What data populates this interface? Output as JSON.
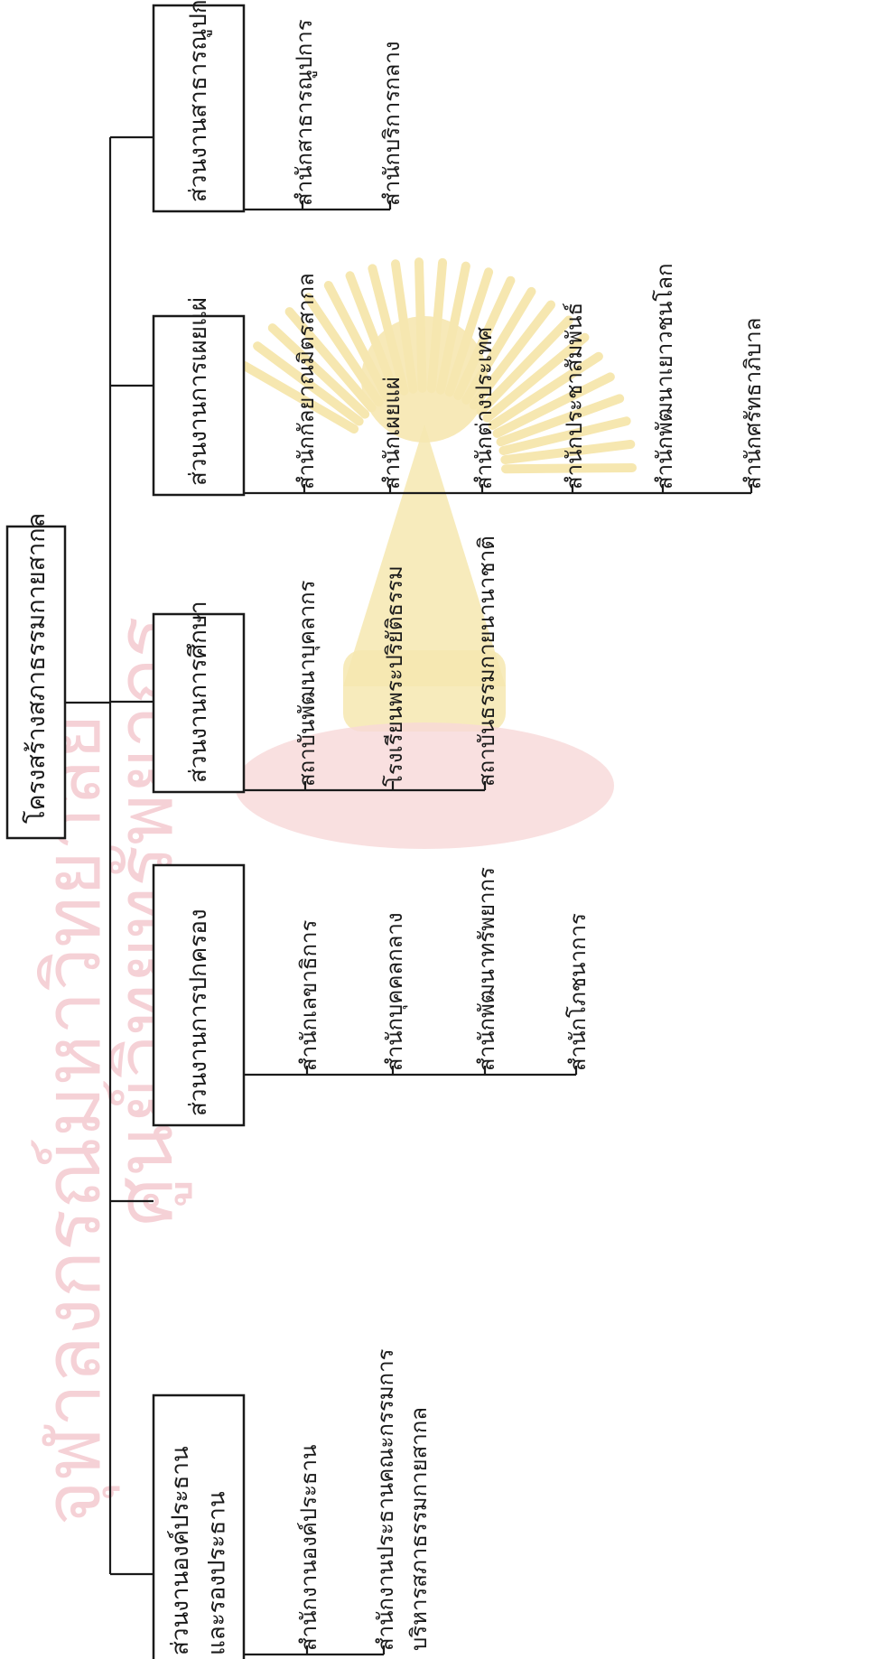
{
  "title": "โครงสร้างสภาธรรมกายสากล",
  "divisions": [
    {
      "name": "ส่วนงานองค์ประธาน\nและรองประธาน",
      "offices": [
        "สำนักงานองค์ประธาน",
        "สำนักงานประธานคณะกรรมการ\nบริหารสภาธรรมกายสากล"
      ]
    },
    {
      "name": "ส่วนงานการปกครอง",
      "offices": [
        "สำนักเลขาธิการ",
        "สำนักบุคคลกลาง",
        "สำนักพัฒนาทรัพยากร",
        "สำนักโภชนาการ"
      ]
    },
    {
      "name": "ส่วนงานการศึกษา",
      "offices": [
        "สถาบันพัฒนาบุคลากร",
        "โรงเรียนพระปริยัติธรรม",
        "สถาบันธรรมกายนานาชาติ"
      ]
    },
    {
      "name": "ส่วนงานการเผยแผ่",
      "offices": [
        "สำนักกัลยาณมิตรสากล",
        "สำนักเผยแผ่",
        "สำนักต่างประเทศ",
        "สำนักประชาสัมพันธ์",
        "สำนักพัฒนาเยาวชนโลก",
        "สำนักศรัทธาภิบาล"
      ]
    },
    {
      "name": "ส่วนงานสาธารณูปการ",
      "offices": [
        "สำนักสาธารณูปการ",
        "สำนักบริการกลาง"
      ]
    }
  ],
  "watermark": {
    "line1": "ศูนย์วิทยทรัพยากร",
    "line2": "จุฬาลงกรณ์มหาวิทยาลัย",
    "color": "#f4c9cf",
    "emblem_color": "#f6e7b0"
  },
  "colors": {
    "line": "#1a1a1a",
    "text": "#1a1a1a",
    "background": "#ffffff"
  }
}
